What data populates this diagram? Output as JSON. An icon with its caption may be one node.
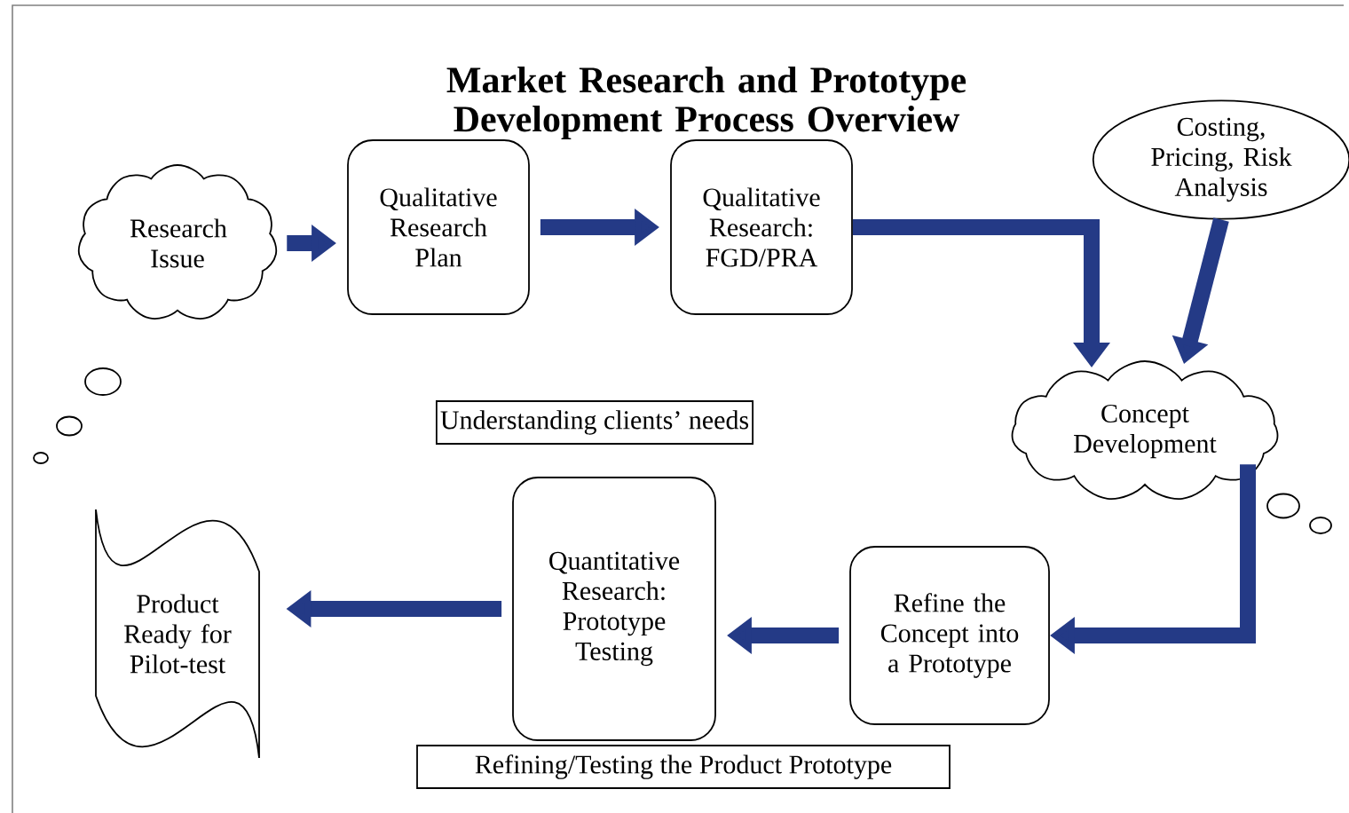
{
  "diagram": {
    "title": "Market Research and Prototype Development Process Overview",
    "nodes": [
      {
        "text": [
          "Research Issue"
        ]
      },
      {
        "text": [
          "Qualitative Research Plan"
        ]
      },
      {
        "text": [
          "Qualitative Research: FGD/PRA"
        ]
      },
      {
        "text": [
          "Costing, Pricing, Risk Analysis"
        ]
      },
      {
        "text": [
          "Understanding clients’ needs"
        ]
      },
      {
        "text": [
          "Concept Development"
        ]
      },
      {
        "text": [
          "Product Ready for Pilot-test"
        ]
      },
      {
        "text": [
          "Quantitative Research: Prototype Testing"
        ]
      },
      {
        "text": [
          "Refine the Concept into a Prototype"
        ]
      },
      {
        "text": [
          "Refining/Testing the Product Prototype"
        ]
      }
    ],
    "edges": [
      {
        "from": 0,
        "to": 1,
        "arrow": "to"
      },
      {
        "from": 1,
        "to": 2,
        "arrow": "to"
      },
      {
        "from": 2,
        "to": 5,
        "arrow": "to"
      },
      {
        "from": 3,
        "to": 5,
        "arrow": "to"
      },
      {
        "from": 5,
        "to": 8,
        "arrow": "to"
      },
      {
        "from": 8,
        "to": 7,
        "arrow": "to"
      },
      {
        "from": 7,
        "to": 6,
        "arrow": "to"
      }
    ]
  }
}
